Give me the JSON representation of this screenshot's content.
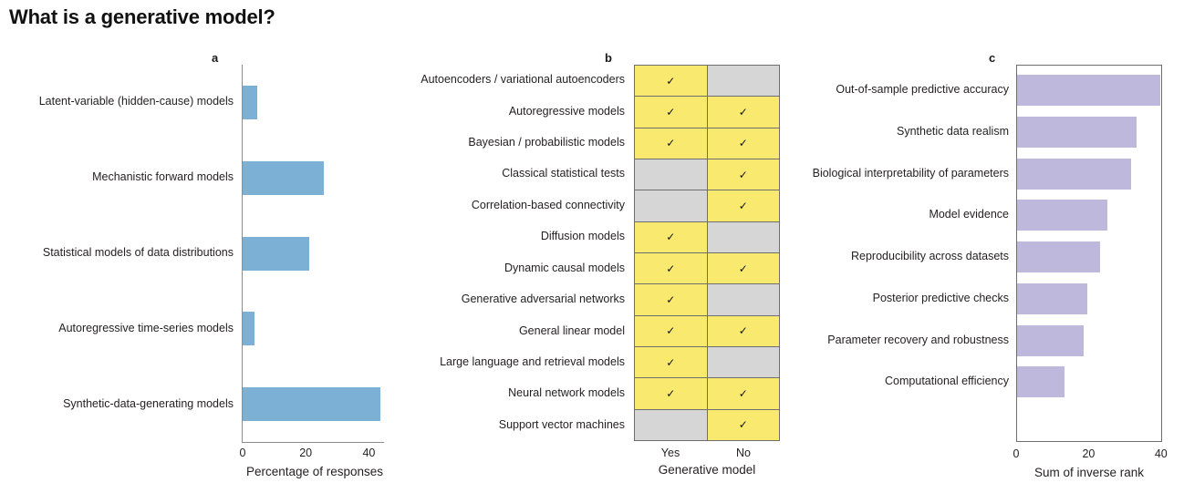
{
  "figure": {
    "title": "What is a generative model?",
    "panel_letters": {
      "a": "a",
      "b": "b",
      "c": "c"
    }
  },
  "chart_data": [
    {
      "panel": "a",
      "type": "bar",
      "orientation": "horizontal",
      "title": "",
      "xlabel": "Percentage of responses",
      "ylabel": "",
      "xlim": [
        0,
        44.5
      ],
      "xticks": [
        0,
        20,
        40
      ],
      "xticklabels": [
        "0",
        "20",
        "40"
      ],
      "grid": false,
      "color": "#7db0d5",
      "categories": [
        "Latent-variable (hidden-cause) models",
        "Mechanistic forward models",
        "Statistical models of data distributions",
        "Autoregressive time-series models",
        "Synthetic-data-generating models"
      ],
      "values": [
        4.7,
        25.7,
        21.0,
        3.7,
        43.5
      ]
    },
    {
      "panel": "b",
      "type": "table",
      "title": "",
      "xlabel": "Generative model",
      "columns": [
        "Yes",
        "No"
      ],
      "check_glyph": "✓",
      "colors": {
        "checked": "#fae96f",
        "unchecked": "#d6d6d6"
      },
      "rows": [
        {
          "label": "Autoencoders / variational autoencoders",
          "cells": [
            true,
            false
          ]
        },
        {
          "label": "Autoregressive models",
          "cells": [
            true,
            true
          ]
        },
        {
          "label": "Bayesian / probabilistic models",
          "cells": [
            true,
            true
          ]
        },
        {
          "label": "Classical statistical tests",
          "cells": [
            false,
            true
          ]
        },
        {
          "label": "Correlation-based connectivity",
          "cells": [
            false,
            true
          ]
        },
        {
          "label": "Diffusion models",
          "cells": [
            true,
            false
          ]
        },
        {
          "label": "Dynamic causal models",
          "cells": [
            true,
            true
          ]
        },
        {
          "label": "Generative adversarial networks",
          "cells": [
            true,
            false
          ]
        },
        {
          "label": "General linear model",
          "cells": [
            true,
            true
          ]
        },
        {
          "label": "Large language and retrieval models",
          "cells": [
            true,
            false
          ]
        },
        {
          "label": "Neural network models",
          "cells": [
            true,
            true
          ]
        },
        {
          "label": "Support vector machines",
          "cells": [
            false,
            true
          ]
        }
      ]
    },
    {
      "panel": "c",
      "type": "bar",
      "orientation": "horizontal",
      "title": "",
      "xlabel": "Sum of inverse rank",
      "ylabel": "",
      "xlim": [
        0,
        40
      ],
      "xticks": [
        0,
        20,
        40
      ],
      "xticklabels": [
        "0",
        "20",
        "40"
      ],
      "grid": false,
      "color": "#bdb8dc",
      "categories": [
        "Out-of-sample predictive accuracy",
        "Synthetic data realism",
        "Biological interpretability of parameters",
        "Model evidence",
        "Reproducibility across datasets",
        "Posterior predictive checks",
        "Parameter recovery and robustness",
        "Computational efficiency"
      ],
      "values": [
        39.5,
        33.0,
        31.5,
        25.0,
        23.0,
        19.5,
        18.5,
        13.0
      ]
    }
  ]
}
